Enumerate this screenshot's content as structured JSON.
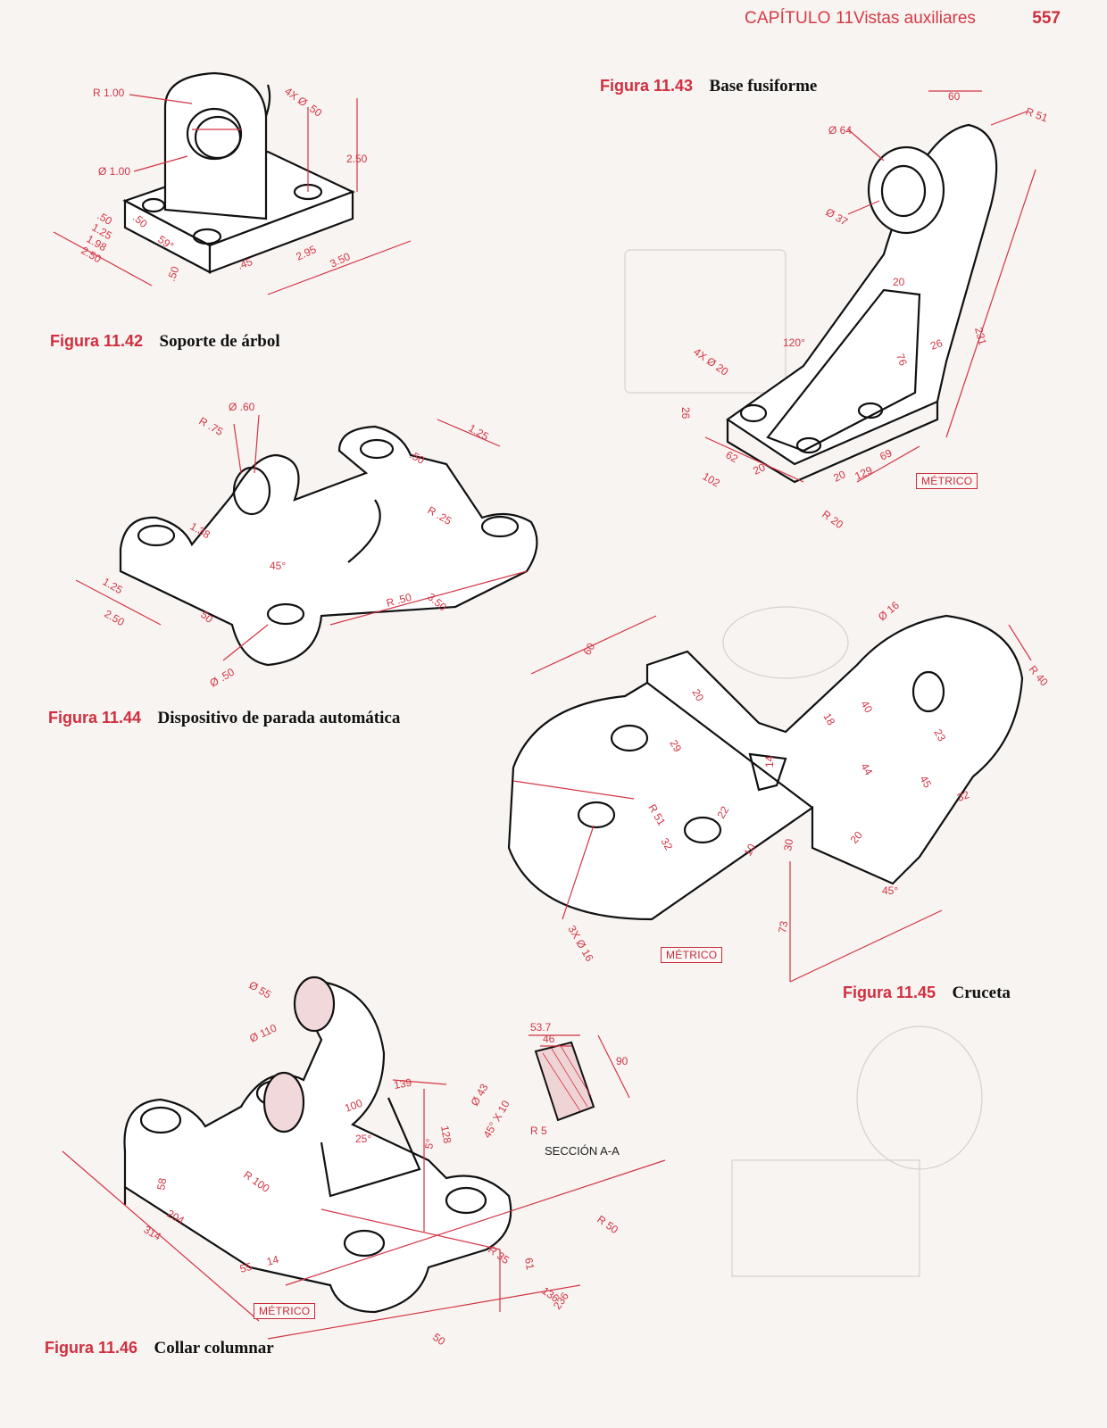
{
  "header": {
    "chapter": "CAPÍTULO 11",
    "title": "Vistas auxiliares",
    "page": "557"
  },
  "figures": [
    {
      "number": "Figura 11.42",
      "title": "Soporte de árbol",
      "dims": [
        "R 1.00",
        "4X Ø .50",
        "Ø 1.00",
        "2.50",
        ".50",
        "1.25",
        "1.98",
        "2.50",
        ".50",
        "59°",
        ".45",
        "2.95",
        "3.50",
        ".50"
      ]
    },
    {
      "number": "Figura 11.43",
      "title": "Base fusiforme",
      "dims": [
        "60",
        "R 51",
        "Ø 64",
        "Ø 37",
        "20",
        "120°",
        "4X Ø 20",
        "76",
        "26",
        "231",
        "26",
        "62",
        "102",
        "20",
        "20",
        "69",
        "129",
        "R 20"
      ],
      "metric_label": "MÉTRICO"
    },
    {
      "number": "Figura 11.44",
      "title": "Dispositivo de parada automática",
      "dims": [
        "Ø .60",
        "R .75",
        "1.25",
        ".50",
        "R .25",
        "1.38",
        "45°",
        "1.25",
        "2.50",
        "50",
        "R .50",
        "3.50",
        "Ø .50"
      ]
    },
    {
      "number": "Figura 11.45",
      "title": "Cruceta",
      "dims": [
        "60",
        "20",
        "Ø 16",
        "R 40",
        "40",
        "18",
        "23",
        "29",
        "44",
        "45",
        "32",
        "14",
        "R 51",
        "32",
        "22",
        "10",
        "30",
        "20",
        "45°",
        "73",
        "3X Ø 16"
      ],
      "metric_label": "MÉTRICO"
    },
    {
      "number": "Figura 11.46",
      "title": "Collar columnar",
      "dims": [
        "Ø 55",
        "Ø 110",
        "139",
        "Ø 43",
        "45° X 10",
        "100",
        "128",
        "25°",
        "5°",
        "58",
        "R 100",
        "204",
        "314",
        "R 50",
        "R 35",
        "55",
        "14",
        "61",
        "136",
        "236",
        "50"
      ],
      "metric_label": "MÉTRICO",
      "section": {
        "label": "SECCIÓN A-A",
        "dims": [
          "53.7",
          "46",
          "90",
          "R 5"
        ]
      }
    }
  ]
}
